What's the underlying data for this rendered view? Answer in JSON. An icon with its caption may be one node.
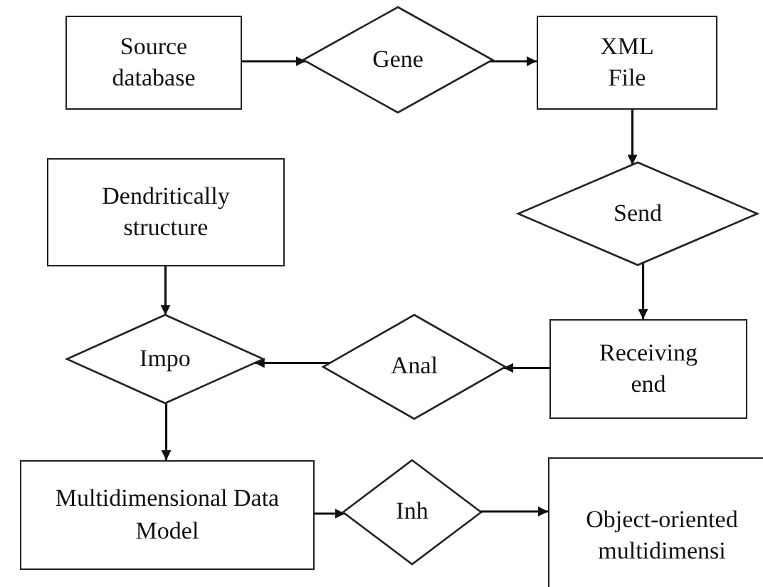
{
  "diagram": {
    "nodes": [
      {
        "text": [
          "Source database"
        ]
      },
      {
        "text": [
          "Gene"
        ]
      },
      {
        "text": [
          "XML File"
        ]
      },
      {
        "text": [
          "Send"
        ]
      },
      {
        "text": [
          "Dendritically structure"
        ]
      },
      {
        "text": [
          "Impo"
        ]
      },
      {
        "text": [
          "Anal"
        ]
      },
      {
        "text": [
          "Receiving end"
        ]
      },
      {
        "text": [
          "Multidimensional Data Model"
        ]
      },
      {
        "text": [
          "Inh"
        ]
      },
      {
        "text": [
          "Object-oriented multidimensi"
        ]
      }
    ],
    "edges": [
      {
        "from": 0,
        "to": 1,
        "arrow": "to"
      },
      {
        "from": 1,
        "to": 2,
        "arrow": "to"
      },
      {
        "from": 2,
        "to": 3,
        "arrow": "to"
      },
      {
        "from": 3,
        "to": 7,
        "arrow": "to"
      },
      {
        "from": 7,
        "to": 6,
        "arrow": "to"
      },
      {
        "from": 6,
        "to": 5,
        "arrow": "to"
      },
      {
        "from": 4,
        "to": 5,
        "arrow": "to"
      },
      {
        "from": 5,
        "to": 8,
        "arrow": "to"
      },
      {
        "from": 8,
        "to": 9,
        "arrow": "to"
      },
      {
        "from": 9,
        "to": 10,
        "arrow": "to"
      }
    ]
  }
}
